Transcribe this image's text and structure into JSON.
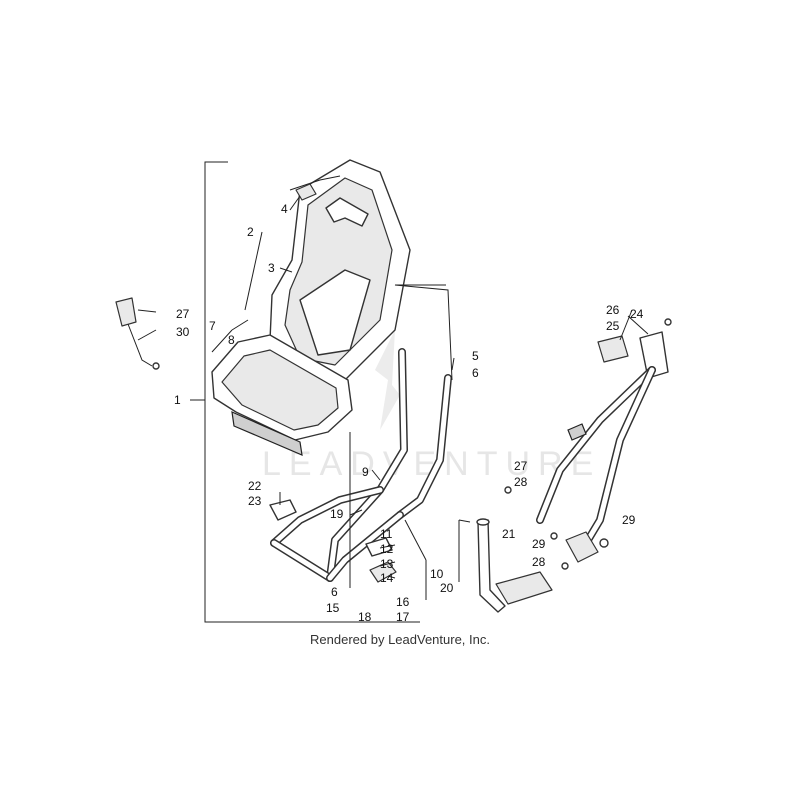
{
  "watermark": "LEADVENTURE",
  "credit": "Rendered by LeadVenture, Inc.",
  "callouts": [
    "1",
    "2",
    "3",
    "4",
    "5",
    "6",
    "6",
    "7",
    "8",
    "9",
    "10",
    "11",
    "12",
    "13",
    "14",
    "15",
    "16",
    "17",
    "18",
    "19",
    "20",
    "21",
    "22",
    "23",
    "24",
    "25",
    "26",
    "27",
    "27",
    "28",
    "28",
    "29",
    "29",
    "30"
  ]
}
